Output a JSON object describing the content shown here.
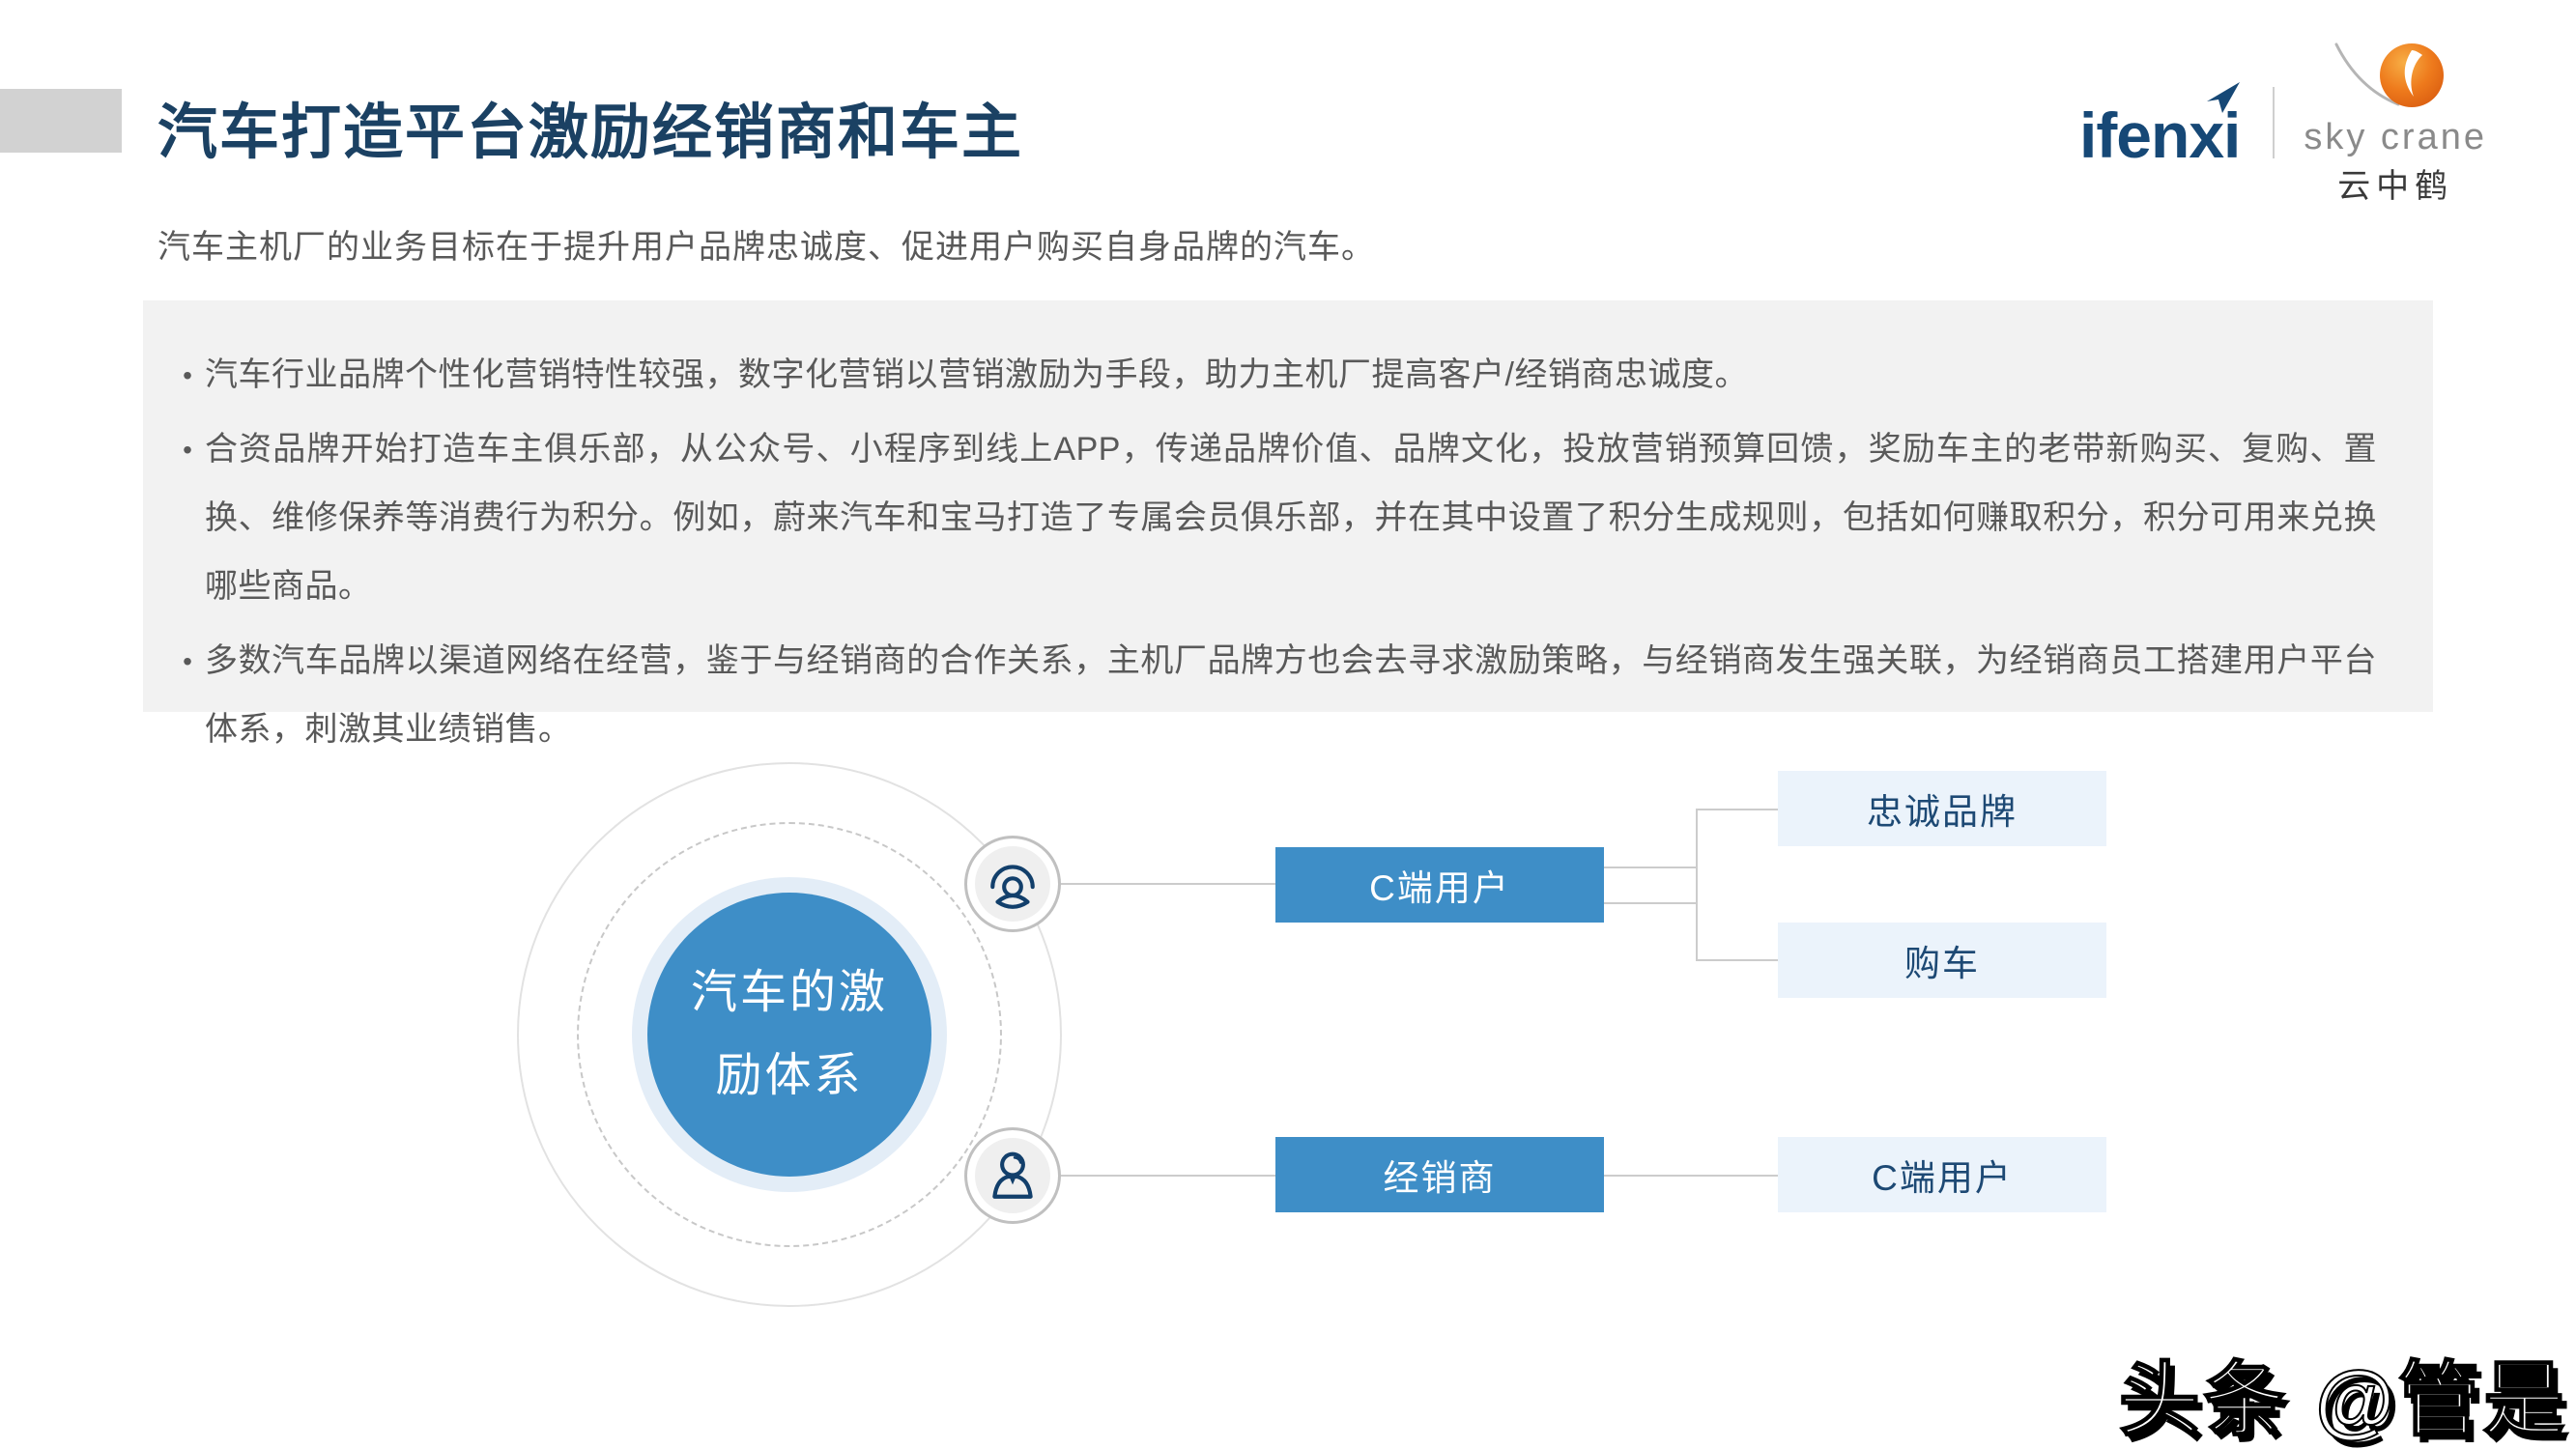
{
  "page": {
    "title": "汽车打造平台激励经销商和车主",
    "subtitle": "汽车主机厂的业务目标在于提升用户品牌忠诚度、促进用户购买自身品牌的汽车。"
  },
  "logos": {
    "ifenxi": "ifenxi",
    "skycrane_en": "sky crane",
    "skycrane_cn": "云中鹤"
  },
  "summary_panel": {
    "marker": "•",
    "bullets": [
      "汽车行业品牌个性化营销特性较强，数字化营销以营销激励为手段，助力主机厂提高客户/经销商忠诚度。",
      "合资品牌开始打造车主俱乐部，从公众号、小程序到线上APP，传递品牌价值、品牌文化，投放营销预算回馈，奖励车主的老带新购买、复购、置换、维修保养等消费行为积分。例如，蔚来汽车和宝马打造了专属会员俱乐部，并在其中设置了积分生成规则，包括如何赚取积分，积分可用来兑换哪些商品。",
      "多数汽车品牌以渠道网络在经营，鉴于与经销商的合作关系，主机厂品牌方也会去寻求激励策略，与经销商发生强关联，为经销商员工搭建用户平台体系，刺激其业绩销售。"
    ]
  },
  "diagram": {
    "center_line1": "汽车的激",
    "center_line2": "励体系",
    "node_c_user": "C端用户",
    "node_dealer": "经销商",
    "node_loyal_brand": "忠诚品牌",
    "node_buy_car": "购车",
    "node_c_user_2": "C端用户",
    "icons": [
      "user-circle-icon",
      "person-icon"
    ]
  },
  "watermark": "头条 @管是",
  "colors": {
    "title_blue": "#1B4163",
    "accent_gray": "#D2D2D2",
    "panel_gray": "#F2F2F2",
    "body_text": "#595959",
    "primary_blue": "#3E8EC7",
    "light_blue_box": "#EBF3FB",
    "halo_blue": "#E3EDF7",
    "icon_navy": "#123F6B",
    "logo_navy": "#164876",
    "logo_orange": "#E8731E"
  }
}
